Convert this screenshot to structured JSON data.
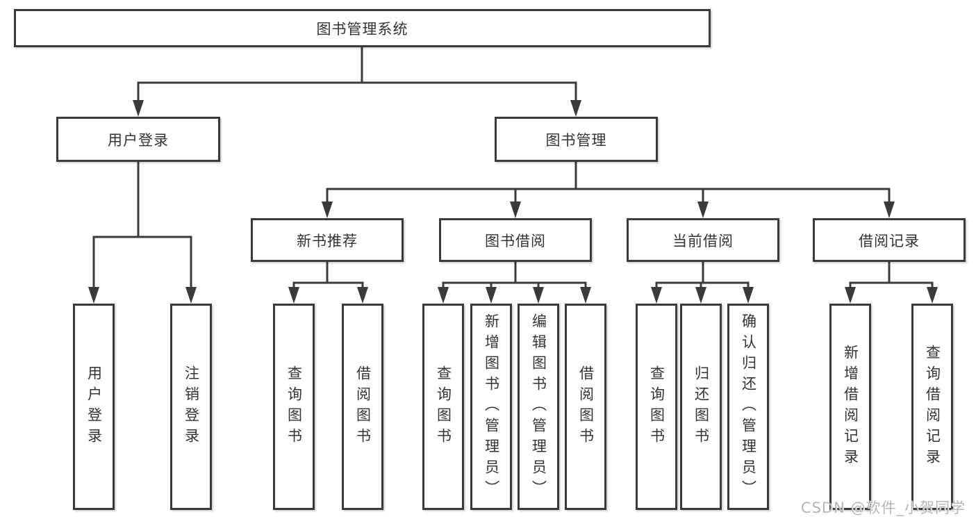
{
  "tree": {
    "root": {
      "label": "图书管理系统",
      "children": [
        {
          "label": "用户登录",
          "children": [
            {
              "label": "用户登录"
            },
            {
              "label": "注销登录"
            }
          ]
        },
        {
          "label": "图书管理",
          "children": [
            {
              "label": "新书推荐",
              "children": [
                {
                  "label": "查询图书"
                },
                {
                  "label": "借阅图书"
                }
              ]
            },
            {
              "label": "图书借阅",
              "children": [
                {
                  "label": "查询图书"
                },
                {
                  "label": "新增图书（管理员）"
                },
                {
                  "label": "编辑图书（管理员）"
                },
                {
                  "label": "借阅图书"
                }
              ]
            },
            {
              "label": "当前借阅",
              "children": [
                {
                  "label": "查询图书"
                },
                {
                  "label": "归还图书"
                },
                {
                  "label": "确认归还（管理员）"
                }
              ]
            },
            {
              "label": "借阅记录",
              "children": [
                {
                  "label": "新增借阅记录"
                },
                {
                  "label": "查询借阅记录"
                }
              ]
            }
          ]
        }
      ]
    }
  },
  "watermark": {
    "text": "CSDN @软件_小贺同学"
  },
  "colors": {
    "line": "#3a3a3a",
    "text": "#333333",
    "background": "#ffffff",
    "watermark": "#b5b5b5"
  }
}
